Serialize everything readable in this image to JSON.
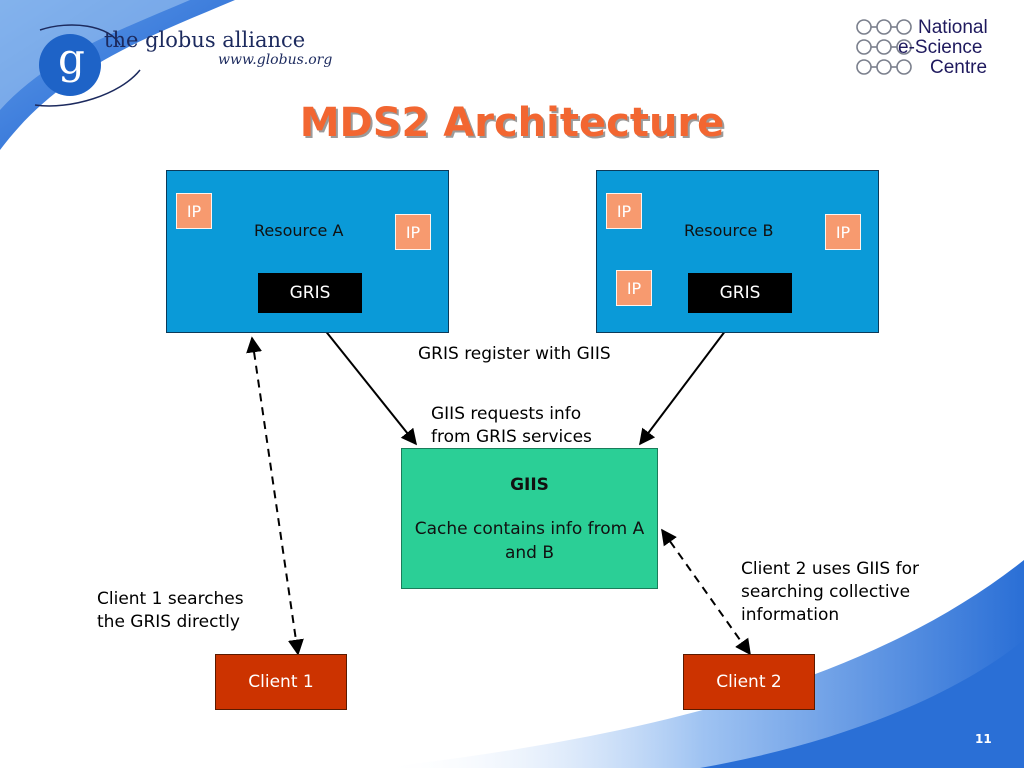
{
  "header": {
    "brand": "the globus alliance",
    "brand_url": "www.globus.org",
    "logo_letter": "g",
    "partner_lines": [
      "National",
      "e-Science",
      "Centre"
    ]
  },
  "title": "MDS2 Architecture",
  "resources": [
    {
      "label": "Resource A",
      "ip_labels": [
        "IP",
        "IP"
      ],
      "gris_label": "GRIS"
    },
    {
      "label": "Resource B",
      "ip_labels": [
        "IP",
        "IP",
        "IP"
      ],
      "gris_label": "GRIS"
    }
  ],
  "giis": {
    "title": "GIIS",
    "description": "Cache contains info from A and B"
  },
  "annotations": {
    "register": "GRIS register with GIIS",
    "requests": "GIIS requests info\nfrom GRIS services",
    "client1_note": "Client 1 searches\nthe GRIS directly",
    "client2_note": "Client 2 uses GIIS for\nsearching collective\ninformation"
  },
  "clients": [
    "Client 1",
    "Client 2"
  ],
  "page_number": "11",
  "colors": {
    "title": "#f26631",
    "resource_box": "#0a9ad8",
    "ip_box": "#f79a6f",
    "gris_box": "#000000",
    "giis_box": "#2bcf96",
    "client_box": "#cc3300",
    "theme_blue": "#2a6fd6"
  }
}
